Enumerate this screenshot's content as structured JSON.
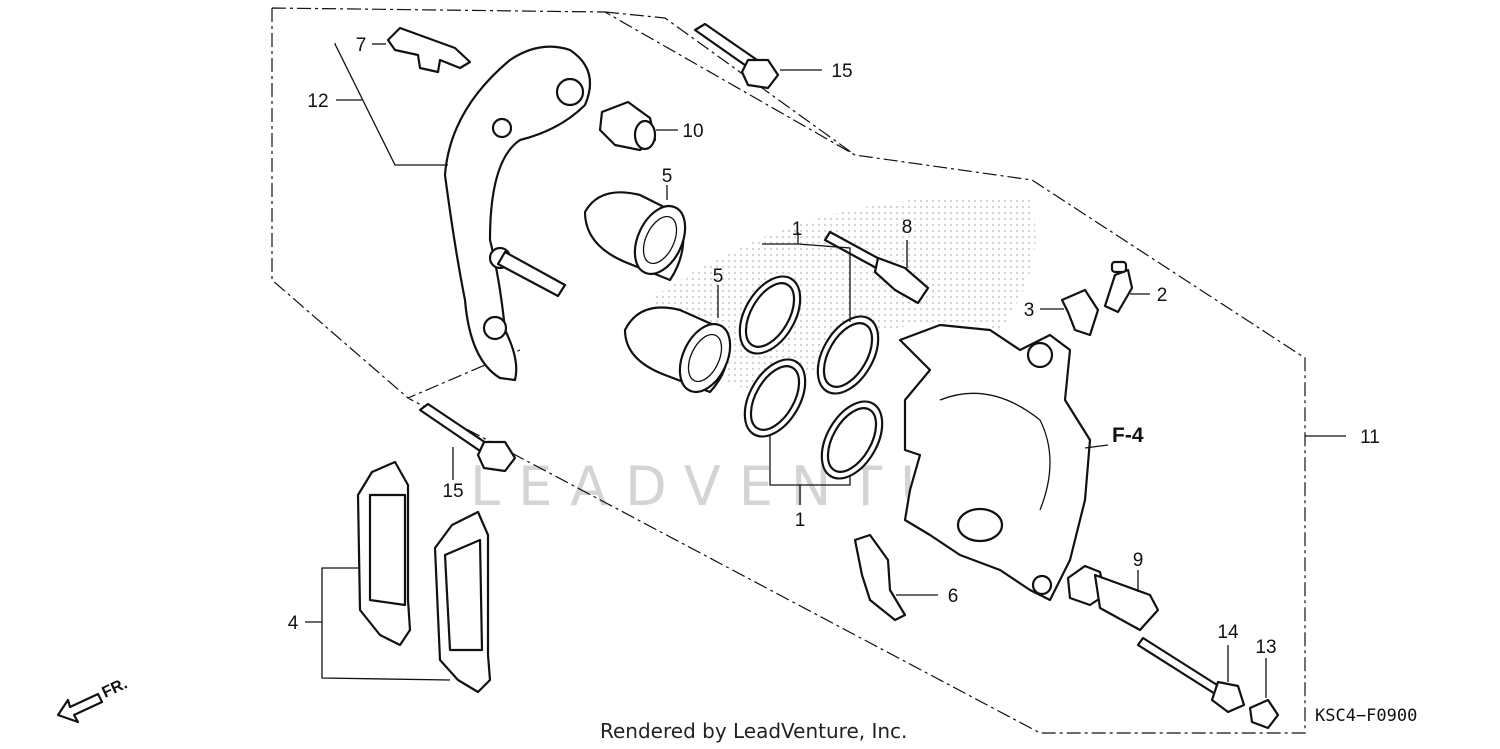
{
  "callouts": {
    "c1a": "1",
    "c1b": "1",
    "c2": "2",
    "c3": "3",
    "c4": "4",
    "c5a": "5",
    "c5b": "5",
    "c6": "6",
    "c7": "7",
    "c8": "8",
    "c9": "9",
    "c10": "10",
    "c11": "11",
    "c12": "12",
    "c13": "13",
    "c14": "14",
    "c15a": "15",
    "c15b": "15"
  },
  "reference_label": "F-4",
  "direction_label": "FR.",
  "credit": "Rendered by LeadVenture, Inc.",
  "diagram_code": "KSC4−F0900",
  "watermark": "LEADVENTURE",
  "colors": {
    "line": "#111111",
    "watermark": "#d4d4d4",
    "background": "#ffffff"
  }
}
